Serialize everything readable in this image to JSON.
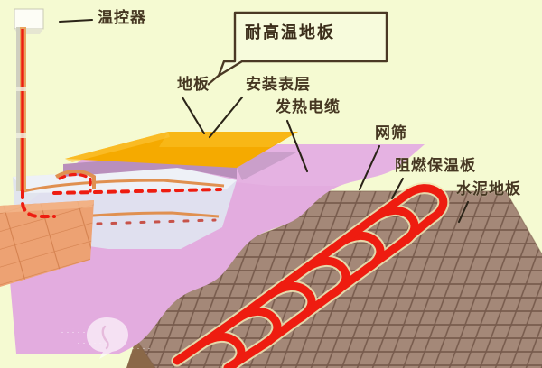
{
  "diagram": {
    "title_callout": {
      "text": "耐高温地板",
      "name": "high-temperature-resistant-floorboard"
    },
    "background_color": "#f5fad2",
    "labels": [
      {
        "id": "thermostat",
        "text": "温控器",
        "meaning": "thermostat"
      },
      {
        "id": "floorboard",
        "text": "地板",
        "meaning": "floorboard"
      },
      {
        "id": "surface",
        "text": "安装表层",
        "meaning": "installation surface layer"
      },
      {
        "id": "cable",
        "text": "发热电缆",
        "meaning": "heating cable"
      },
      {
        "id": "mesh",
        "text": "网筛",
        "meaning": "wire mesh"
      },
      {
        "id": "insulation",
        "text": "阻燃保温板",
        "meaning": "flame-retardant insulation board"
      },
      {
        "id": "concrete",
        "text": "水泥地板",
        "meaning": "concrete floor"
      }
    ],
    "layer_colors": {
      "floorboard_yellow": "#f5aa00",
      "surface_pink": "#e0a8dc",
      "surface_edge": "#b08cb4",
      "mesh_brown": "#a08472",
      "insulation_brown": "#8a6848",
      "concrete_dark": "#3c2a1e",
      "cable_red": "#ee1c10",
      "wood_plank": "#e8a070",
      "leader_line": "#2b2418",
      "label_text": "#463722"
    },
    "watermark": {
      "present": true,
      "description": "faint white logo mark"
    }
  }
}
